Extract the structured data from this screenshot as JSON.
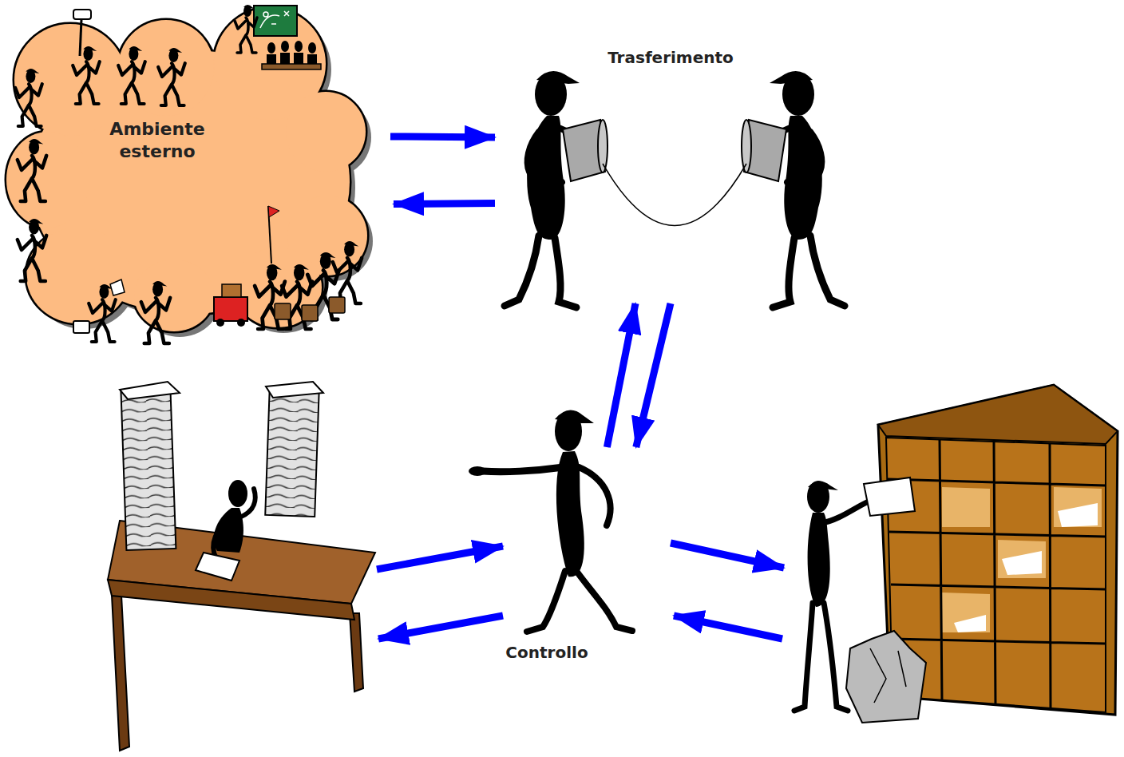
{
  "diagram": {
    "nodes": [
      {
        "text": [
          "Ambiente esterno"
        ]
      },
      {
        "text": [
          "Trasferimento"
        ]
      },
      {
        "text": [
          "Controllo"
        ]
      }
    ],
    "edges": [
      {
        "from": 0,
        "to": 1,
        "arrow": "to"
      },
      {
        "from": 1,
        "to": 0,
        "arrow": "to"
      },
      {
        "from": 2,
        "to": 1,
        "arrow": "to"
      },
      {
        "from": 1,
        "to": 2,
        "arrow": "to"
      }
    ]
  }
}
